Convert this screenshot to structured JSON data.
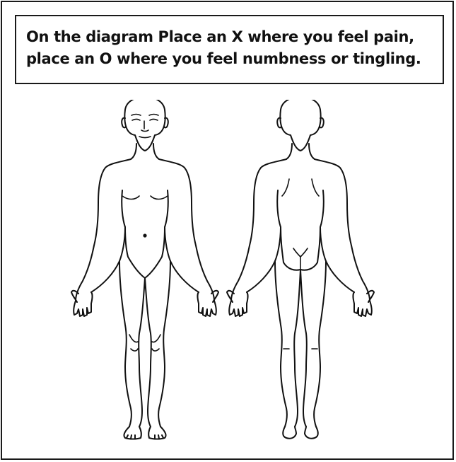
{
  "instruction": {
    "line1": "On the diagram Place an X where you feel pain,",
    "line2": "place an O where you feel numbness or tingling."
  },
  "diagram": {
    "views": [
      "front",
      "back"
    ],
    "line_color": "#111111"
  }
}
